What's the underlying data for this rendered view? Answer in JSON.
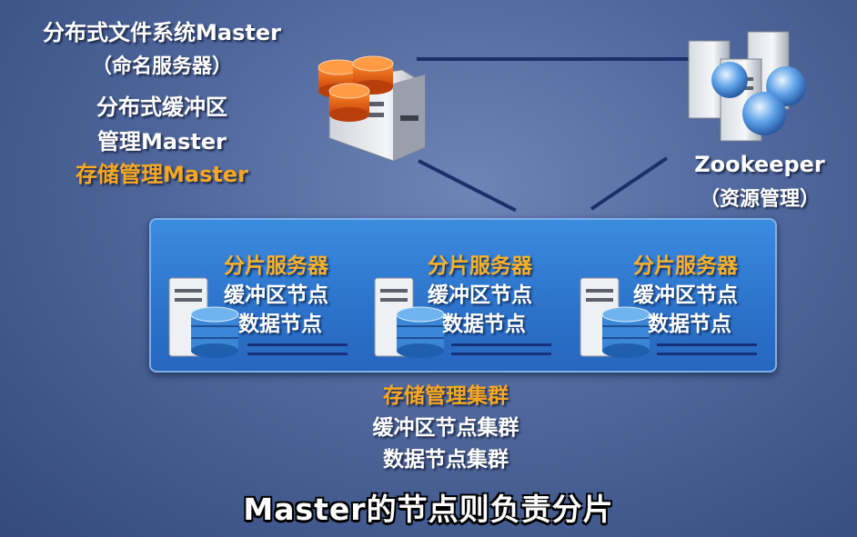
{
  "master": {
    "title": "分布式文件系统Master",
    "subtitle": "（命名服务器）",
    "line3": "分布式缓冲区",
    "line4": "管理Master",
    "line5": "存储管理Master"
  },
  "zookeeper": {
    "name": "Zookeeper",
    "role": "（资源管理）"
  },
  "nodes": [
    {
      "role": "分片服务器",
      "line2": "缓冲区节点",
      "line3": "数据节点"
    },
    {
      "role": "分片服务器",
      "line2": "缓冲区节点",
      "line3": "数据节点"
    },
    {
      "role": "分片服务器",
      "line2": "缓冲区节点",
      "line3": "数据节点"
    }
  ],
  "cluster_labels": {
    "line1": "存储管理集群",
    "line2": "缓冲区节点集群",
    "line3": "数据节点集群"
  },
  "subtitle": "Master的节点则负责分片",
  "colors": {
    "accent": "#f7a823",
    "cluster": "#2d74cc",
    "line": "#1c2f6a"
  },
  "icons": [
    "server-with-database-icon",
    "server-globe-icon",
    "server-db-icon"
  ]
}
